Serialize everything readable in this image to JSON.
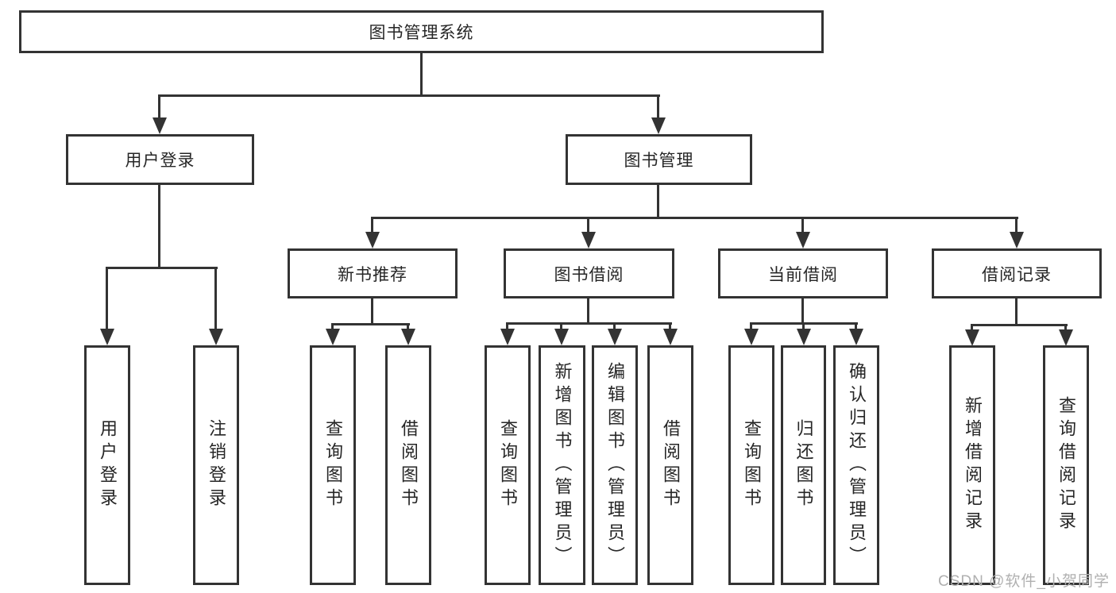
{
  "diagram": {
    "title": "图书管理系统",
    "watermark": "CSDN @软件_小贺同学",
    "colors": {
      "line": "#333333",
      "text": "#262626",
      "background": "#ffffff",
      "watermark": "#b0b0b0"
    },
    "tree": {
      "label": "图书管理系统",
      "children": [
        {
          "label": "用户登录",
          "children": [
            {
              "label": "用户登录"
            },
            {
              "label": "注销登录"
            }
          ]
        },
        {
          "label": "图书管理",
          "children": [
            {
              "label": "新书推荐",
              "children": [
                {
                  "label": "查询图书"
                },
                {
                  "label": "借阅图书"
                }
              ]
            },
            {
              "label": "图书借阅",
              "children": [
                {
                  "label": "查询图书"
                },
                {
                  "label": "新增图书（管理员）"
                },
                {
                  "label": "编辑图书（管理员）"
                },
                {
                  "label": "借阅图书"
                }
              ]
            },
            {
              "label": "当前借阅",
              "children": [
                {
                  "label": "查询图书"
                },
                {
                  "label": "归还图书"
                },
                {
                  "label": "确认归还（管理员）"
                }
              ]
            },
            {
              "label": "借阅记录",
              "children": [
                {
                  "label": "新增借阅记录"
                },
                {
                  "label": "查询借阅记录"
                }
              ]
            }
          ]
        }
      ]
    }
  }
}
